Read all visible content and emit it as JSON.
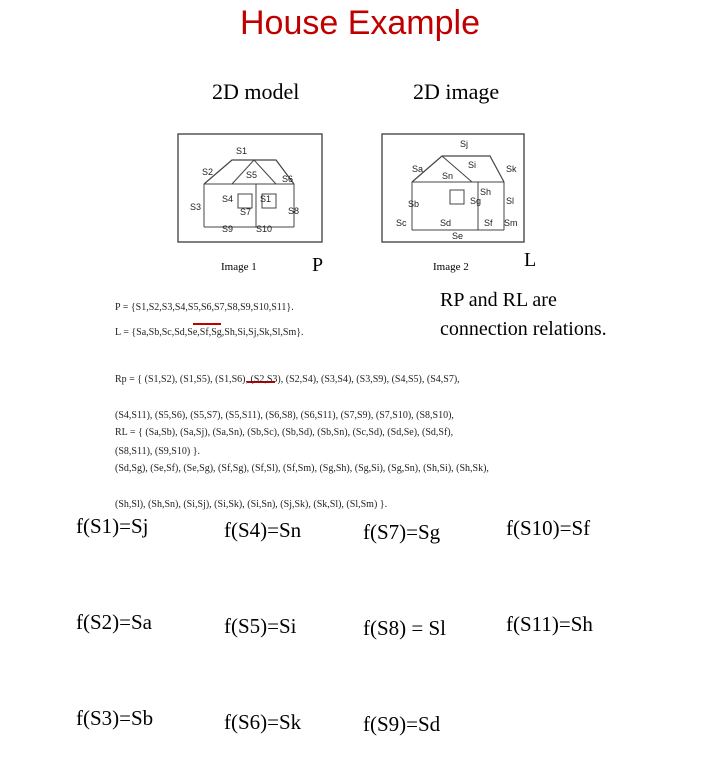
{
  "title": "House Example",
  "captions": {
    "model": "2D model",
    "image": "2D image"
  },
  "image1_label": "Image 1",
  "image2_label": "Image 2",
  "marker_p": "P",
  "marker_l": "L",
  "note": [
    "RP and RL are",
    "connection relations."
  ],
  "model_labels": {
    "s1": "S1",
    "s2": "S2",
    "s3": "S3",
    "s4": "S4",
    "s5": "S5",
    "s6": "S6",
    "s7": "S7",
    "s8": "S8",
    "s9": "S9",
    "s10": "S10",
    "s1b": "S1"
  },
  "image_labels": {
    "sj": "Sj",
    "sa": "Sa",
    "sk": "Sk",
    "sn": "Sn",
    "sh": "Sh",
    "sg": "Sg",
    "sb": "Sb",
    "sl": "Sl",
    "sc": "Sc",
    "sd": "Sd",
    "sf": "Sf",
    "sm": "Sm",
    "se": "Se",
    "si": "Si"
  },
  "formulas": {
    "p": "P = {S1,S2,S3,S4,S5,S6,S7,S8,S9,S10,S11}.",
    "l": "L = {Sa,Sb,Sc,Sd,Se,Sf,Sg,Sh,Si,Sj,Sk,Sl,Sm}.",
    "rp": [
      "Rp = { (S1,S2), (S1,S5), (S1,S6), (S2,S3), (S2,S4), (S3,S4), (S3,S9), (S4,S5), (S4,S7),",
      "(S4,S11), (S5,S6), (S5,S7), (S5,S11), (S6,S8), (S6,S11), (S7,S9), (S7,S10), (S8,S10),",
      "(S8,S11), (S9,S10) }."
    ],
    "rl": [
      "RL = { (Sa,Sb), (Sa,Sj), (Sa,Sn), (Sb,Sc), (Sb,Sd), (Sb,Sn), (Sc,Sd), (Sd,Se), (Sd,Sf),",
      "(Sd,Sg), (Se,Sf), (Se,Sg), (Sf,Sg), (Sf,Sl), (Sf,Sm), (Sg,Sh), (Sg,Si), (Sg,Sn), (Sh,Si), (Sh,Sk),",
      "(Sh,Sl), (Sh,Sn), (Si,Sj), (Si,Sk), (Si,Sn), (Sj,Sk), (Sk,Sl), (Sl,Sm) }."
    ]
  },
  "mappings": [
    [
      "f(S1)=Sj",
      "f(S2)=Sa",
      "f(S3)=Sb"
    ],
    [
      "f(S4)=Sn",
      "f(S5)=Si",
      "f(S6)=Sk"
    ],
    [
      "f(S7)=Sg",
      "f(S8) = Sl",
      "f(S9)=Sd"
    ],
    [
      "f(S10)=Sf",
      "f(S11)=Sh"
    ]
  ]
}
